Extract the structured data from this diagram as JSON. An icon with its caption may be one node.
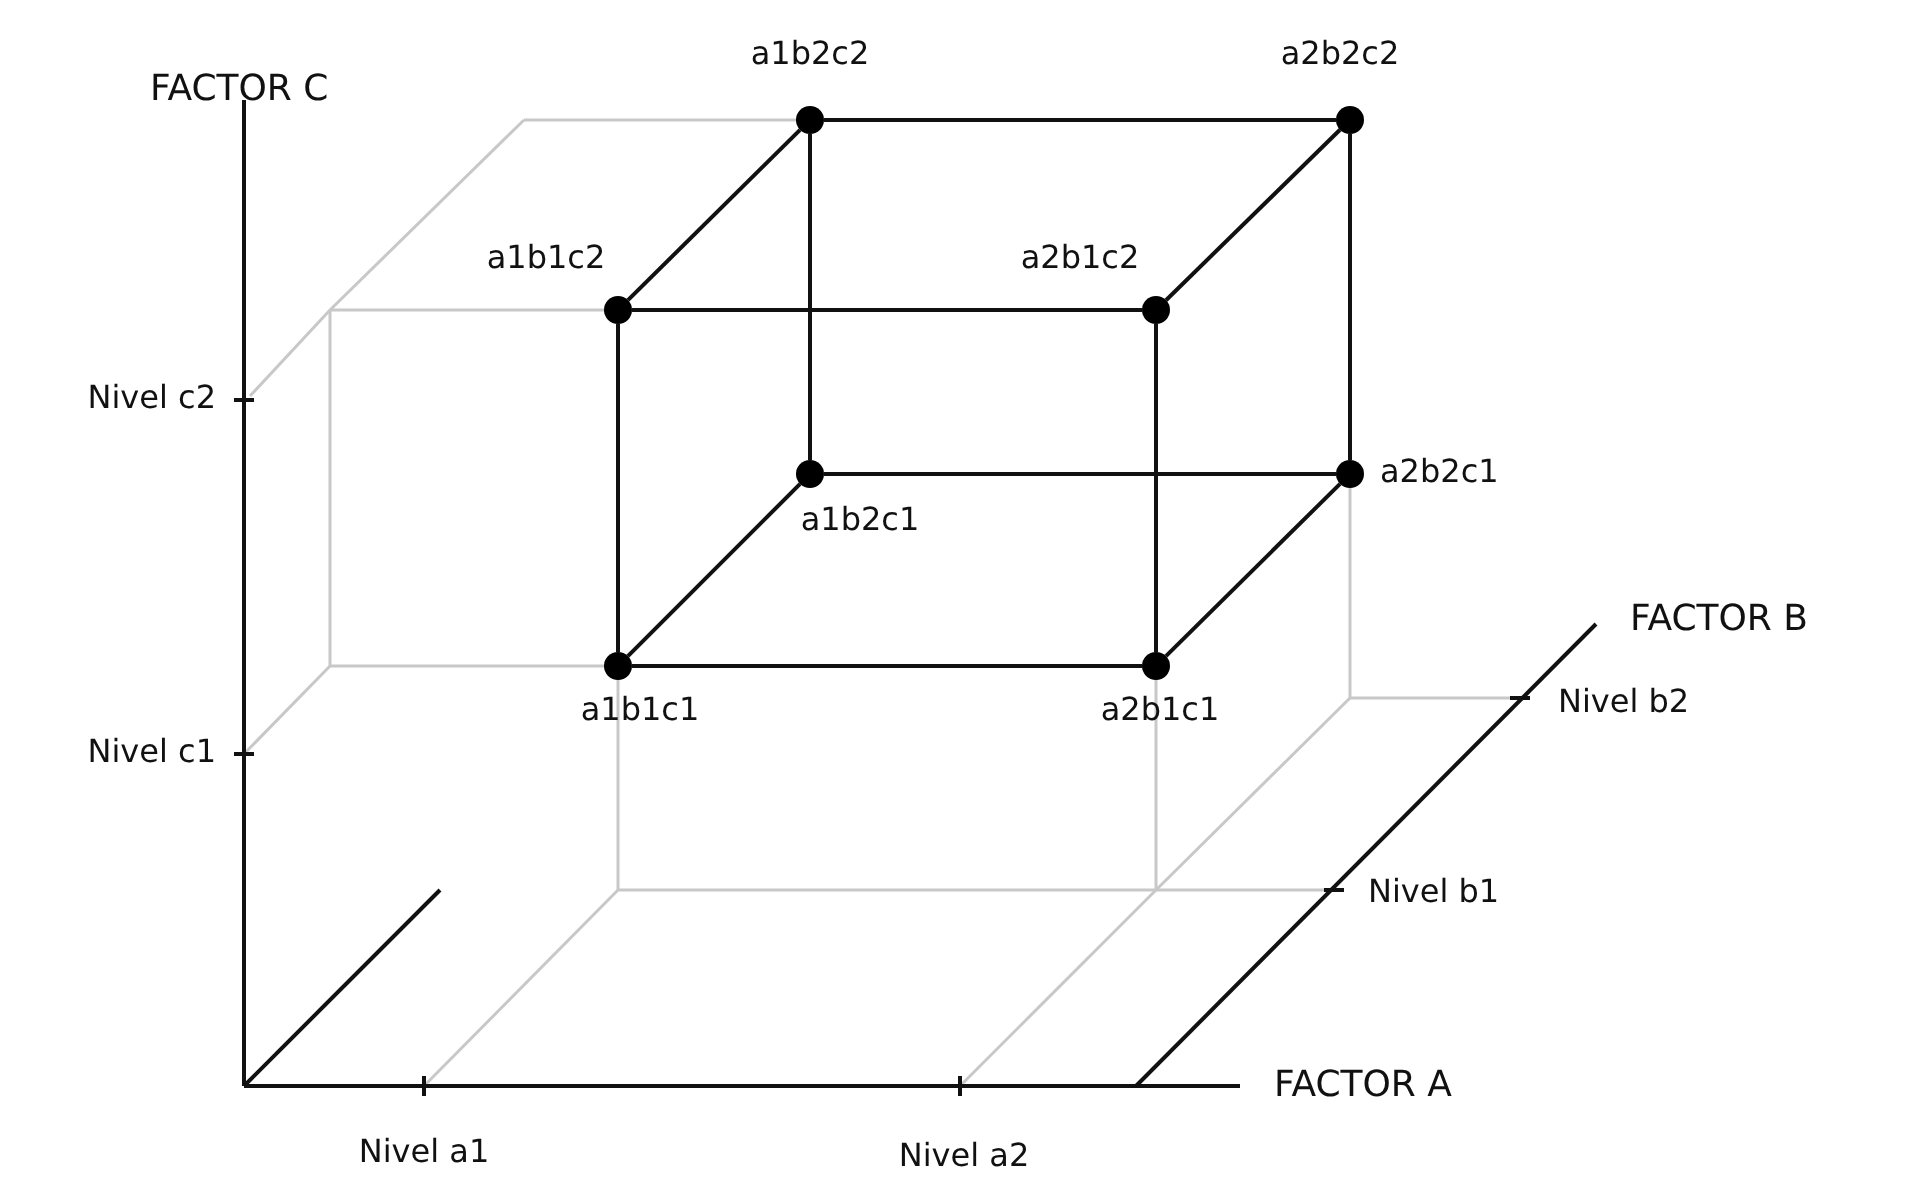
{
  "diagram": {
    "nodes": [
      {
        "text": [
          "a1b2c2"
        ]
      },
      {
        "text": [
          "a2b2c2"
        ]
      },
      {
        "text": [
          "a1b1c2"
        ]
      },
      {
        "text": [
          "a2b1c2"
        ]
      },
      {
        "text": [
          "a1b2c1"
        ]
      },
      {
        "text": [
          "a2b2c1"
        ]
      },
      {
        "text": [
          "a1b1c1"
        ]
      },
      {
        "text": [
          "a2b1c1"
        ]
      }
    ],
    "edges": [
      {
        "from": 0,
        "to": 1,
        "arrow": "none"
      },
      {
        "from": 0,
        "to": 2,
        "arrow": "none"
      },
      {
        "from": 1,
        "to": 3,
        "arrow": "none"
      },
      {
        "from": 2,
        "to": 3,
        "arrow": "none"
      },
      {
        "from": 0,
        "to": 4,
        "arrow": "none"
      },
      {
        "from": 1,
        "to": 5,
        "arrow": "none"
      },
      {
        "from": 2,
        "to": 6,
        "arrow": "none"
      },
      {
        "from": 3,
        "to": 7,
        "arrow": "none"
      },
      {
        "from": 4,
        "to": 5,
        "arrow": "none"
      },
      {
        "from": 4,
        "to": 6,
        "arrow": "none"
      },
      {
        "from": 5,
        "to": 7,
        "arrow": "none"
      },
      {
        "from": 6,
        "to": 7,
        "arrow": "none"
      }
    ],
    "labels": [
      "FACTOR C",
      "Nivel c2",
      "Nivel c1",
      "FACTOR B",
      "Nivel b2",
      "Nivel b1",
      "FACTOR A",
      "Nivel a1",
      "Nivel a2"
    ]
  }
}
